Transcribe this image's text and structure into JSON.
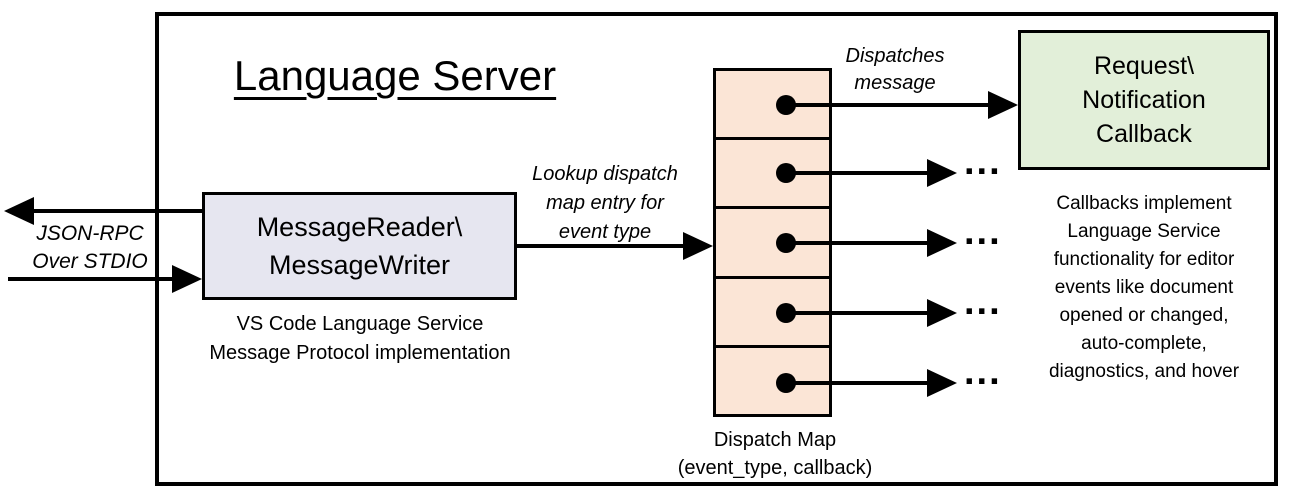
{
  "diagram": {
    "title": "Language Server",
    "io_label": "JSON-RPC\nOver STDIO",
    "reader_box_label": "MessageReader\\\nMessageWriter",
    "reader_caption": "VS Code Language Service\nMessage Protocol implementation",
    "lookup_label": "Lookup dispatch\nmap entry for\nevent type",
    "dispatches_label": "Dispatches\nmessage",
    "callback_box_label": "Request\\\nNotification\nCallback",
    "callbacks_note": "Callbacks implement\nLanguage Service\nfunctionality for editor\nevents like document\nopened or changed,\nauto-complete,\ndiagnostics, and hover",
    "dispatch_map_caption": "Dispatch Map\n(event_type, callback)",
    "ellipsis": "...",
    "dispatch_map": {
      "cell_count": 5
    },
    "colors": {
      "reader_box_fill": "#E6E6F0",
      "dispatch_cell_fill": "#FBE5D6",
      "callback_box_fill": "#E2EFD9",
      "line_color": "#000000"
    }
  }
}
